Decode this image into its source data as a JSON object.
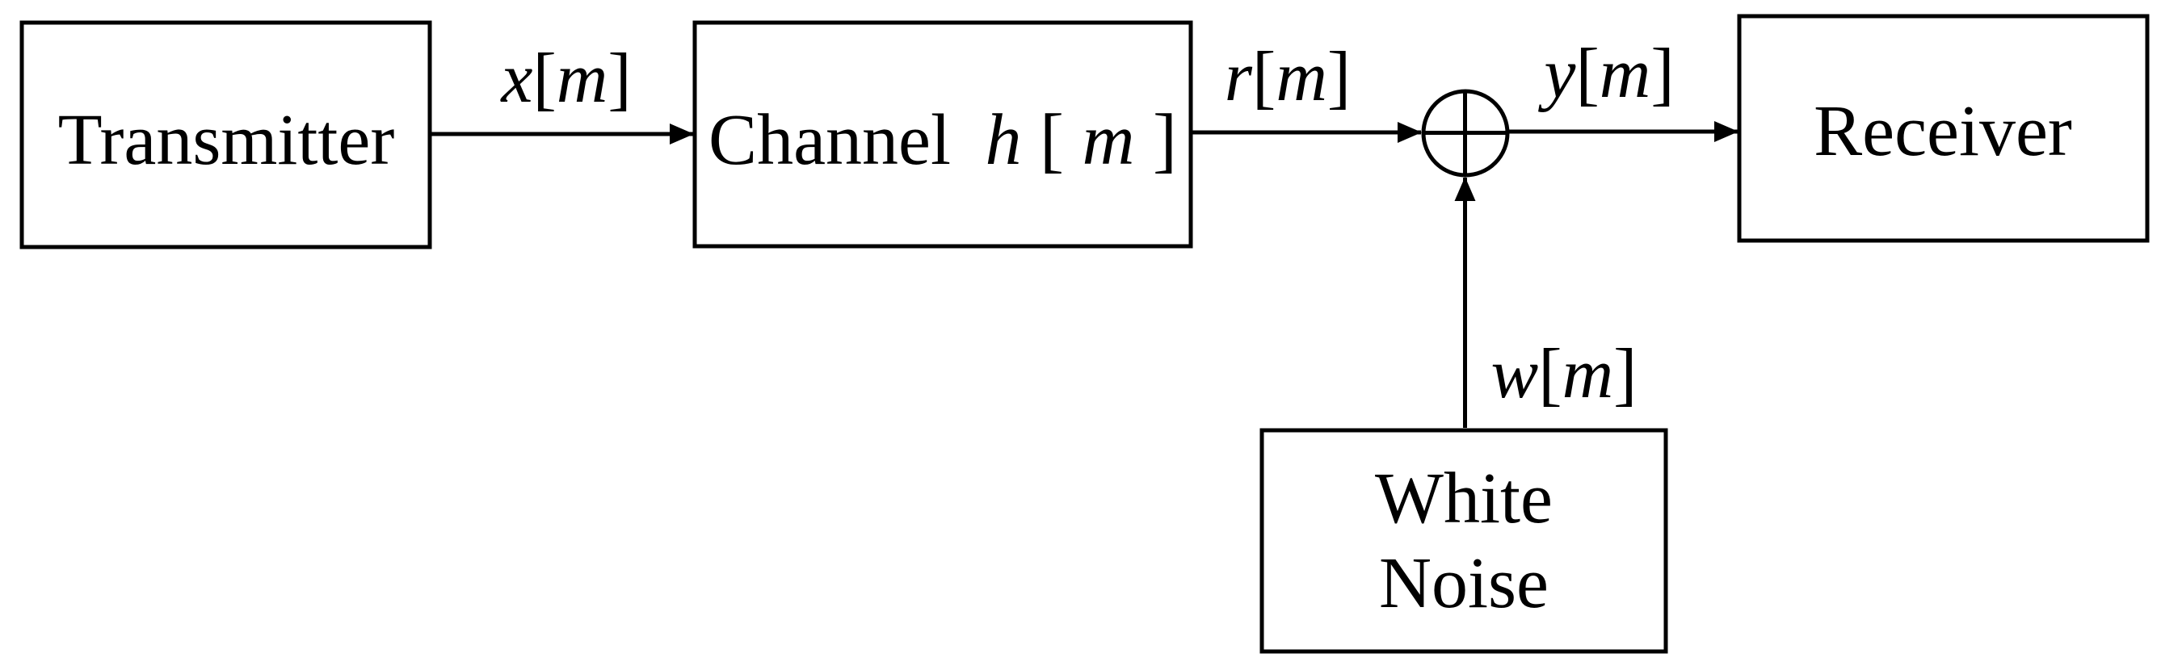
{
  "blocks": {
    "transmitter": {
      "label": "Transmitter"
    },
    "channel": {
      "label": "Channel",
      "impulse_response": {
        "var": "h",
        "open": "[",
        "arg": "m",
        "close": "]"
      }
    },
    "receiver": {
      "label": "Receiver"
    },
    "white_noise": {
      "label_line1": "White",
      "label_line2": "Noise"
    }
  },
  "signals": {
    "x": {
      "var": "x",
      "open": "[",
      "arg": "m",
      "close": "]"
    },
    "r": {
      "var": "r",
      "open": "[",
      "arg": "m",
      "close": "]"
    },
    "y": {
      "var": "y",
      "open": "[",
      "arg": "m",
      "close": "]"
    },
    "w": {
      "var": "w",
      "open": "[",
      "arg": "m",
      "close": "]"
    }
  },
  "adder": {
    "icon": "circle-plus-sum-junction"
  },
  "colors": {
    "ink": "#000000",
    "background": "#ffffff"
  }
}
